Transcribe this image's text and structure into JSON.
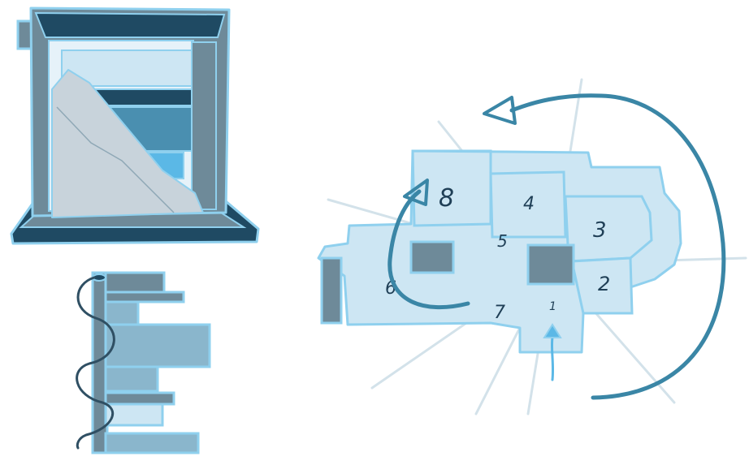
{
  "colors": {
    "outline": "#8fd0ee",
    "dark": "#1f4a63",
    "steel": "#6e8a99",
    "pale": "#cde6f3",
    "mid": "#4a8fb0",
    "sky": "#5bb8e6",
    "grey": "#c8d3db",
    "arrow": "#3a86a6",
    "ray": "#d3e2ea"
  },
  "plan": {
    "zones": [
      {
        "id": "1",
        "label": "1"
      },
      {
        "id": "2",
        "label": "2"
      },
      {
        "id": "3",
        "label": "3"
      },
      {
        "id": "4",
        "label": "4"
      },
      {
        "id": "5",
        "label": "5"
      },
      {
        "id": "6",
        "label": "6"
      },
      {
        "id": "7",
        "label": "7"
      },
      {
        "id": "8",
        "label": "8"
      }
    ]
  }
}
